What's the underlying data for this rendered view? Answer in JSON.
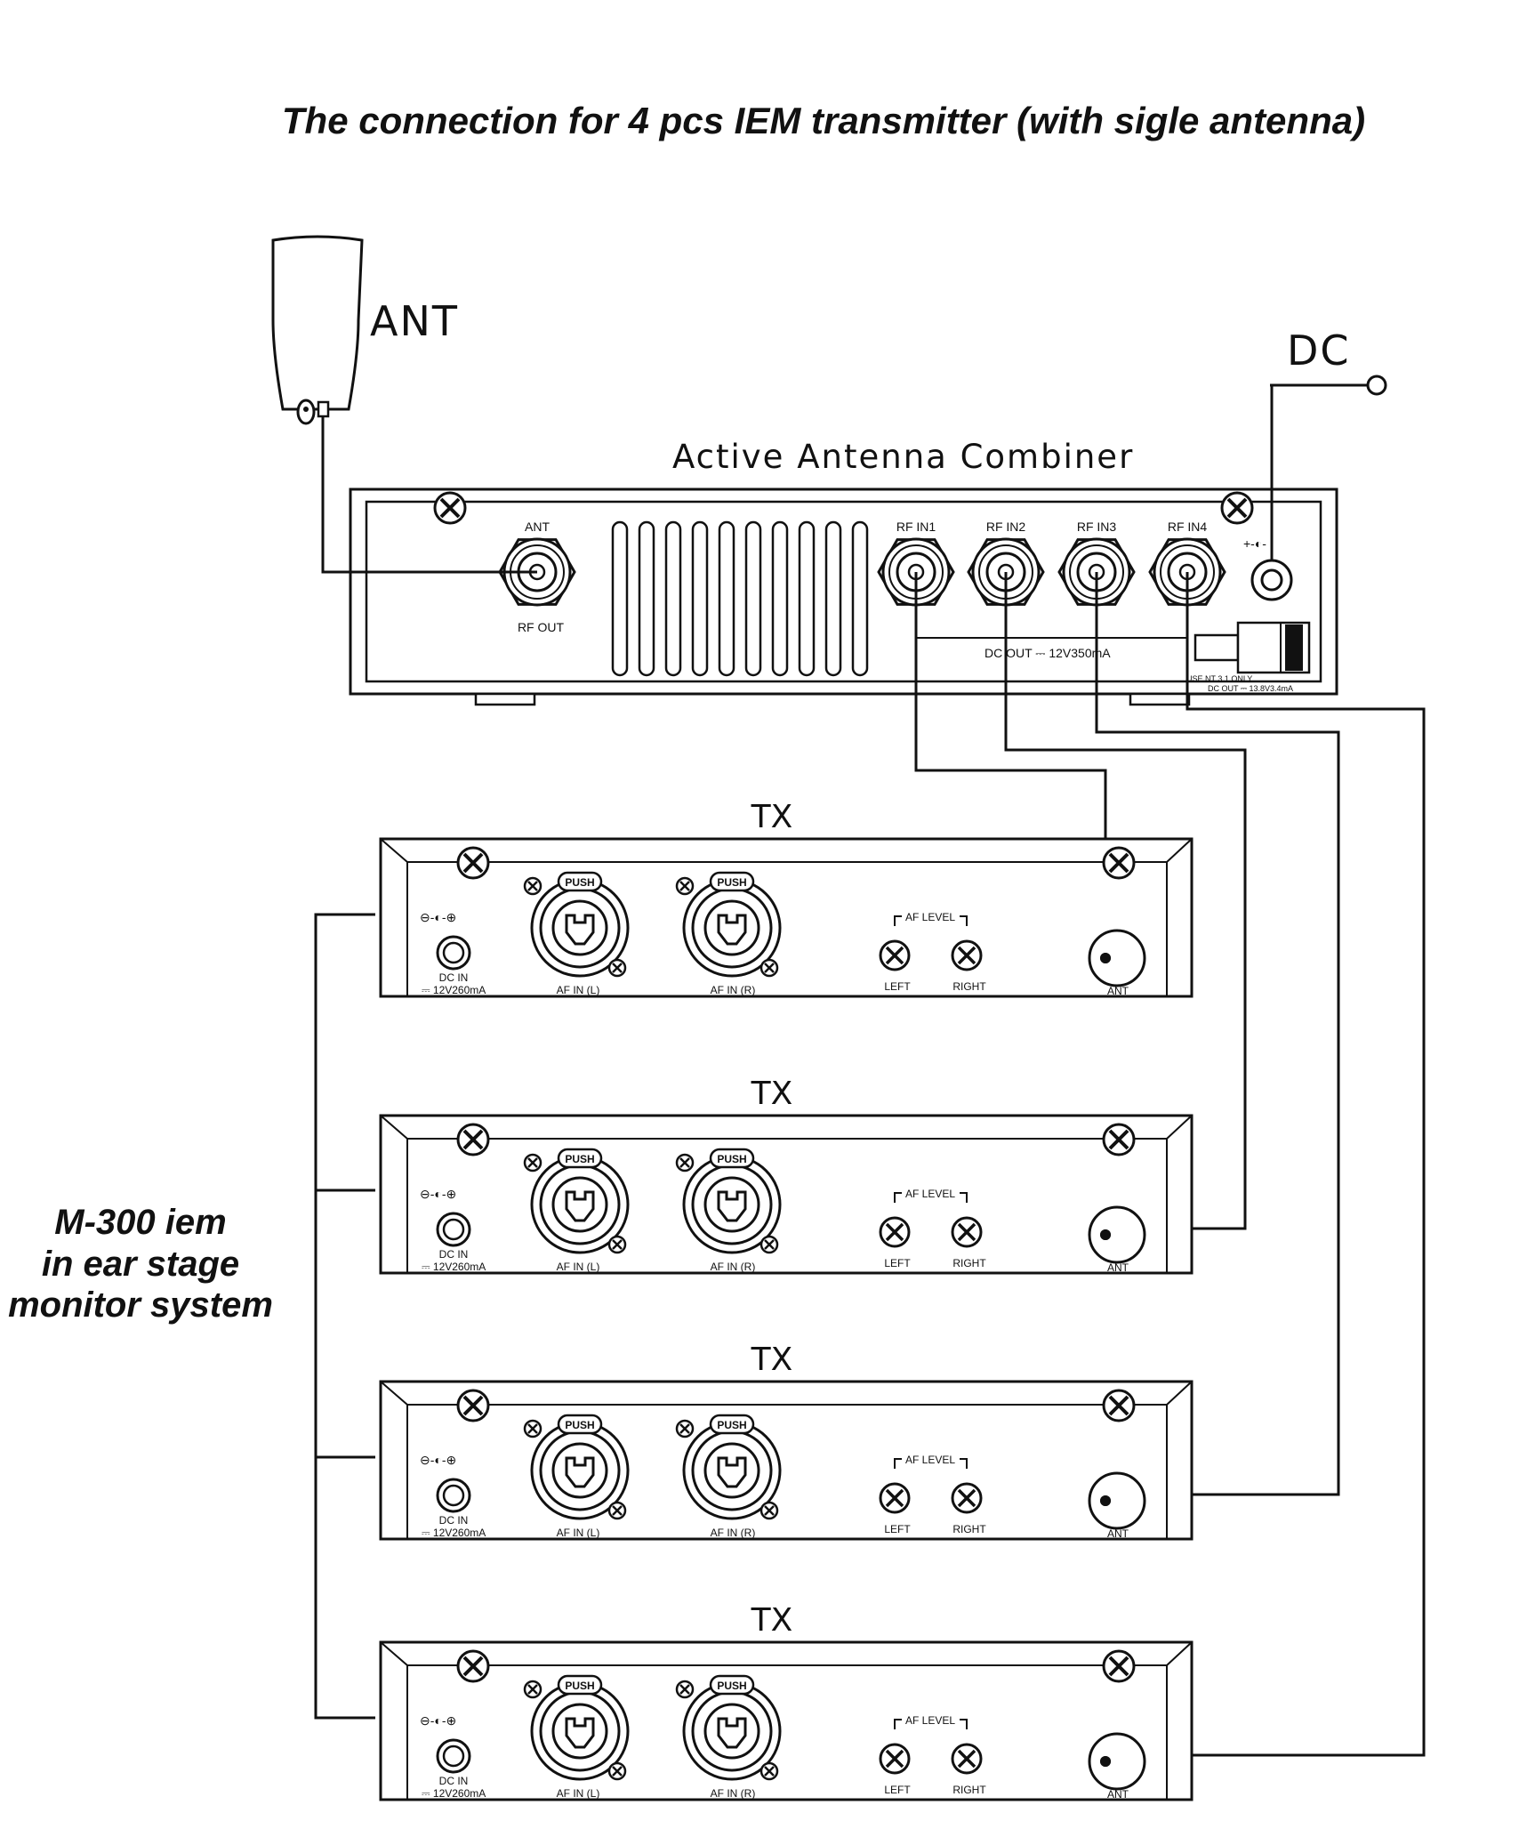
{
  "title": "The connection for 4 pcs IEM transmitter (with sigle antenna)",
  "antenna": {
    "label": "ANT"
  },
  "dc_power": {
    "label": "DC"
  },
  "combiner": {
    "title": "Active  Antenna Combiner",
    "ant_label": "ANT",
    "rf_out_label": "RF OUT",
    "rf_in_labels": [
      "RF IN1",
      "RF IN2",
      "RF IN3",
      "RF IN4"
    ],
    "dc_out_label": "DC OUT ⎓ 12V350mA",
    "polarity_label": "+-◐-",
    "note_line1": "USE NT 3.1 ONLY",
    "note_line2": "DC OUT ⎓ 13.8V3.4mA"
  },
  "system_label": [
    "M-300 iem",
    "in ear stage",
    "monitor system"
  ],
  "transmitters": [
    {
      "title": "TX",
      "polarity": "⊖-◐-⊕",
      "dc_in": "DC IN",
      "power": "⎓ 12V260mA",
      "push": "PUSH",
      "af_in_left": "AF IN (L)",
      "af_in_right": "AF IN (R)",
      "af_level": "AF LEVEL",
      "left": "LEFT",
      "right": "RIGHT",
      "ant": "ANT"
    },
    {
      "title": "TX",
      "polarity": "⊖-◐-⊕",
      "dc_in": "DC IN",
      "power": "⎓ 12V260mA",
      "push": "PUSH",
      "af_in_left": "AF IN (L)",
      "af_in_right": "AF IN (R)",
      "af_level": "AF LEVEL",
      "left": "LEFT",
      "right": "RIGHT",
      "ant": "ANT"
    },
    {
      "title": "TX",
      "polarity": "⊖-◐-⊕",
      "dc_in": "DC IN",
      "power": "⎓ 12V260mA",
      "push": "PUSH",
      "af_in_left": "AF IN (L)",
      "af_in_right": "AF IN (R)",
      "af_level": "AF LEVEL",
      "left": "LEFT",
      "right": "RIGHT",
      "ant": "ANT"
    },
    {
      "title": "TX",
      "polarity": "⊖-◐-⊕",
      "dc_in": "DC IN",
      "power": "⎓ 12V260mA",
      "push": "PUSH",
      "af_in_left": "AF IN (L)",
      "af_in_right": "AF IN (R)",
      "af_level": "AF LEVEL",
      "left": "LEFT",
      "right": "RIGHT",
      "ant": "ANT"
    }
  ]
}
